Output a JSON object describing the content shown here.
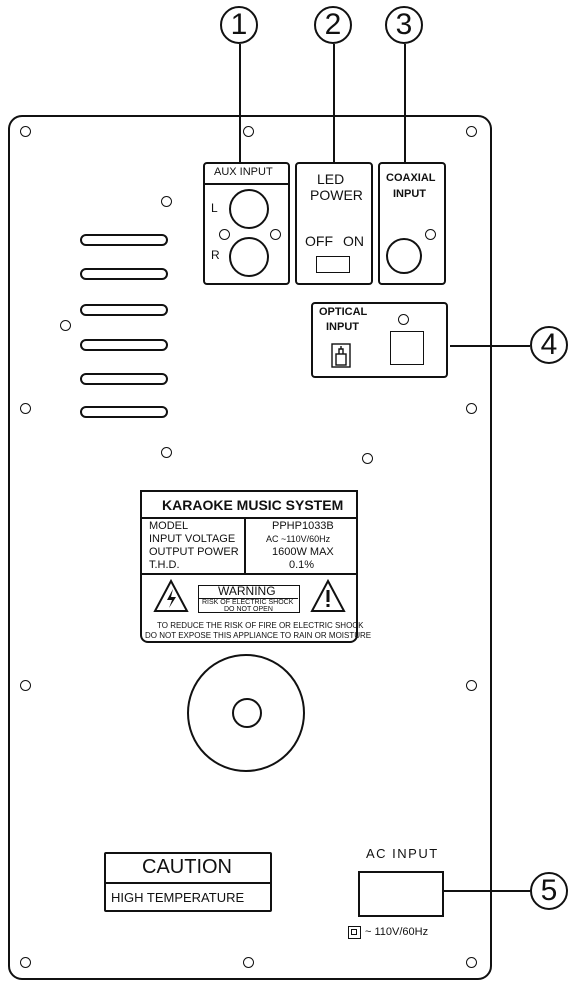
{
  "callouts": [
    "1",
    "2",
    "3",
    "4",
    "5"
  ],
  "aux": {
    "title": "AUX INPUT",
    "left": "L",
    "right": "R"
  },
  "led": {
    "line1": "LED",
    "line2": "POWER",
    "off": "OFF",
    "on": "ON"
  },
  "coaxial": {
    "line1": "COAXIAL",
    "line2": "INPUT"
  },
  "optical": {
    "line1": "OPTICAL",
    "line2": "INPUT"
  },
  "label": {
    "title": "KARAOKE MUSIC SYSTEM",
    "rows": [
      {
        "key": "MODEL",
        "value": "PPHP1033B"
      },
      {
        "key": "INPUT VOLTAGE",
        "value": "AC ~110V/60Hz"
      },
      {
        "key": "OUTPUT POWER",
        "value": "1600W MAX"
      },
      {
        "key": "T.H.D.",
        "value": "0.1%"
      }
    ],
    "warning_title": "WARNING",
    "warning_line1": "RISK OF ELECTRIC SHOCK",
    "warning_line2": "DO NOT OPEN",
    "notice_line1": "TO REDUCE THE RISK OF FIRE OR ELECTRIC SHOCK",
    "notice_line2": "DO NOT EXPOSE THIS APPLIANCE TO RAIN OR MOISTURE"
  },
  "caution": {
    "title": "CAUTION",
    "subtitle": "HIGH TEMPERATURE"
  },
  "ac_input": {
    "title": "AC INPUT",
    "rating": "~ 110V/60Hz"
  }
}
